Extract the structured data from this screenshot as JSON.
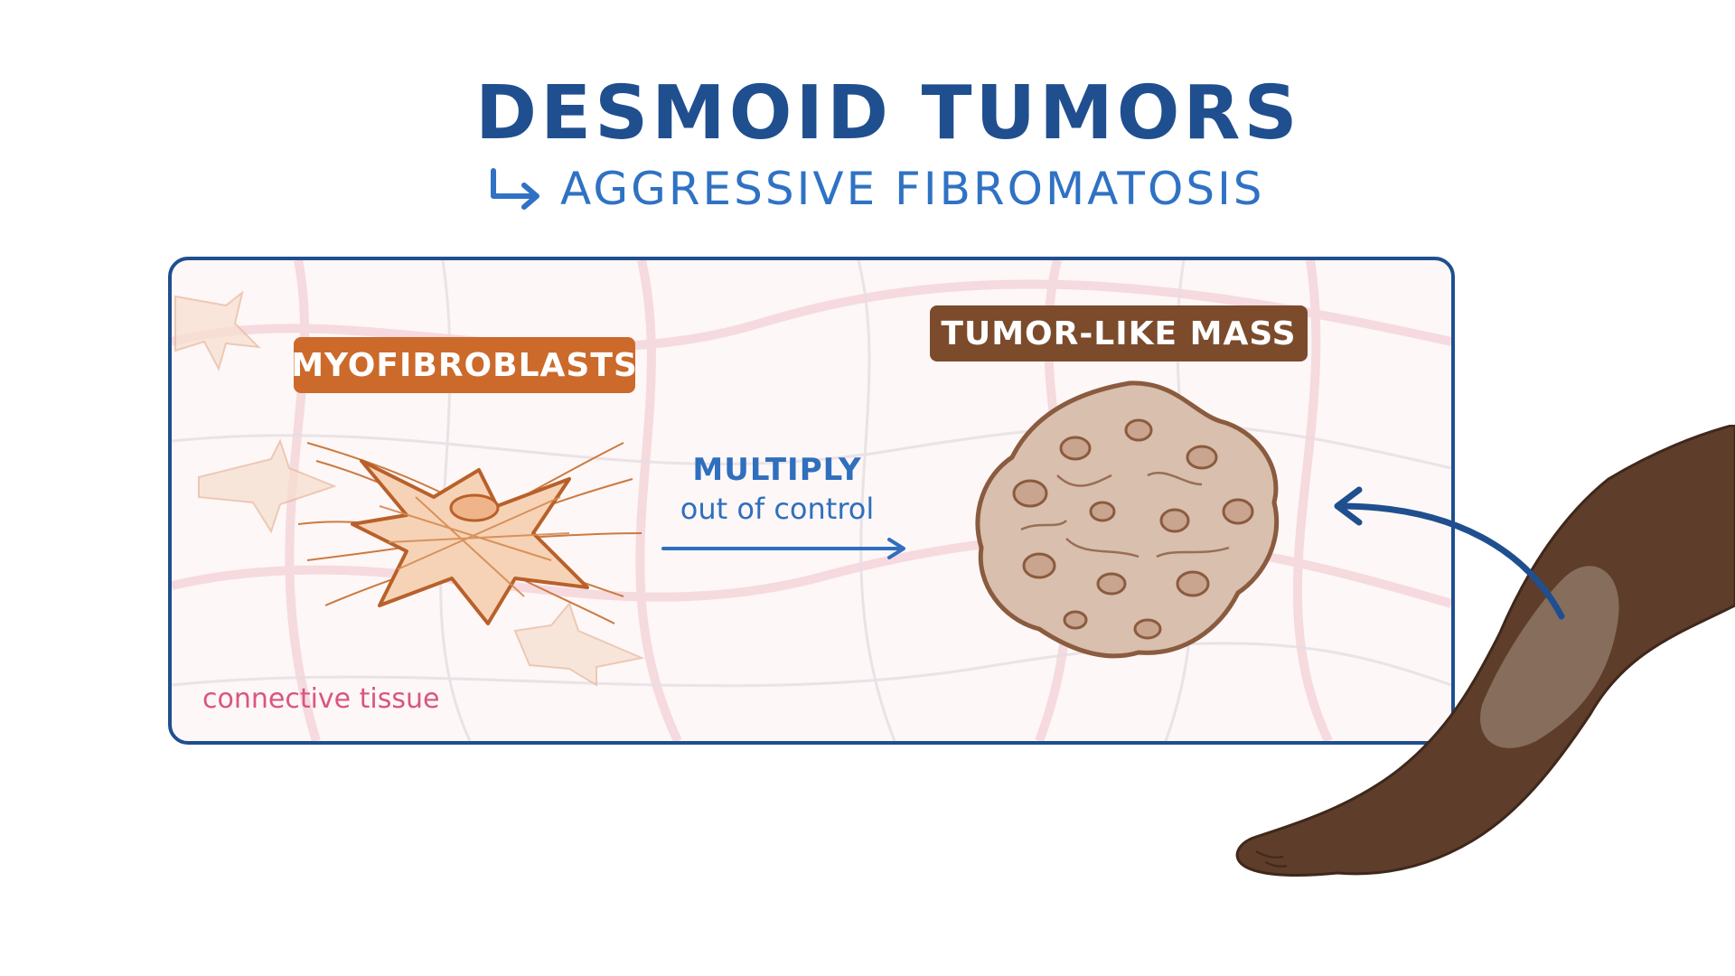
{
  "header": {
    "title": "DESMOID TUMORS",
    "subtitle": "AGGRESSIVE FIBROMATOSIS"
  },
  "diagram": {
    "left_label": "MYOFIBROBLASTS",
    "right_label": "TUMOR-LIKE MASS",
    "arrow_label_line1": "MULTIPLY",
    "arrow_label_line2": "out of control",
    "tissue_label": "connective tissue"
  },
  "colors": {
    "title": "#1f4f8f",
    "subtitle": "#2f72c4",
    "panel_border": "#1f4f8f",
    "myofibroblast_label_bg": "#cc6a2b",
    "mass_label_bg": "#7b4b2c",
    "tissue_text": "#d9567f",
    "arrow": "#2f6fbe",
    "skin": "#5e3d2a"
  },
  "icons": [
    "return-arrow-icon",
    "myofibroblast-cell-icon",
    "tumor-mass-icon",
    "leg-illustration",
    "right-arrow-icon",
    "curved-arrow-icon"
  ]
}
